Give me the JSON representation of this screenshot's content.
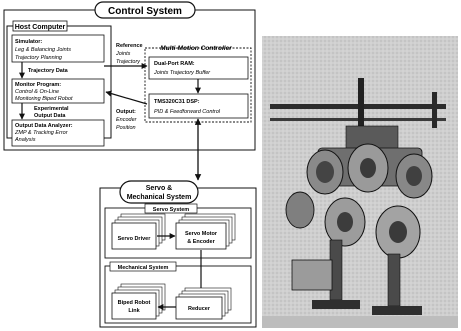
{
  "diagram": {
    "title": "Control System",
    "host": {
      "title": "Host Computer",
      "simulator": [
        "Simulator:",
        "Leg & Balancing Joints",
        "Trajectory Planning"
      ],
      "trajectory_data": "Trajectory Data",
      "monitor": [
        "Monitor Program:",
        "Control & On-Line",
        "Monitoring Biped Robot"
      ],
      "experimental": [
        "Experimental",
        "Output Data"
      ],
      "analyzer": [
        "Output Data Analyzer:",
        "ZMP & Tracking Error",
        "Analysis"
      ]
    },
    "reference": [
      "Reference",
      "Joints",
      "Trajectory"
    ],
    "output": [
      "Output:",
      "Encoder",
      "Position"
    ],
    "controller": {
      "title": "Multi-Motion Controller",
      "ram": [
        "Dual-Port RAM:",
        "Joints Trajectory Buffer"
      ],
      "dsp": [
        "TMS320C31 DSP:",
        "PID & Feedforward Control"
      ]
    },
    "servo": {
      "title": [
        "Servo &",
        "Mechanical System"
      ],
      "servo_system": "Servo System",
      "servo_driver": "Servo Driver",
      "servo_motor": [
        "Servo Motor",
        "& Encoder"
      ],
      "mechanical_system": "Mechanical System",
      "biped": [
        "Biped Robot",
        "Link"
      ],
      "reducer": "Reducer"
    }
  },
  "photo": {
    "subject": "biped-robot-photo"
  }
}
